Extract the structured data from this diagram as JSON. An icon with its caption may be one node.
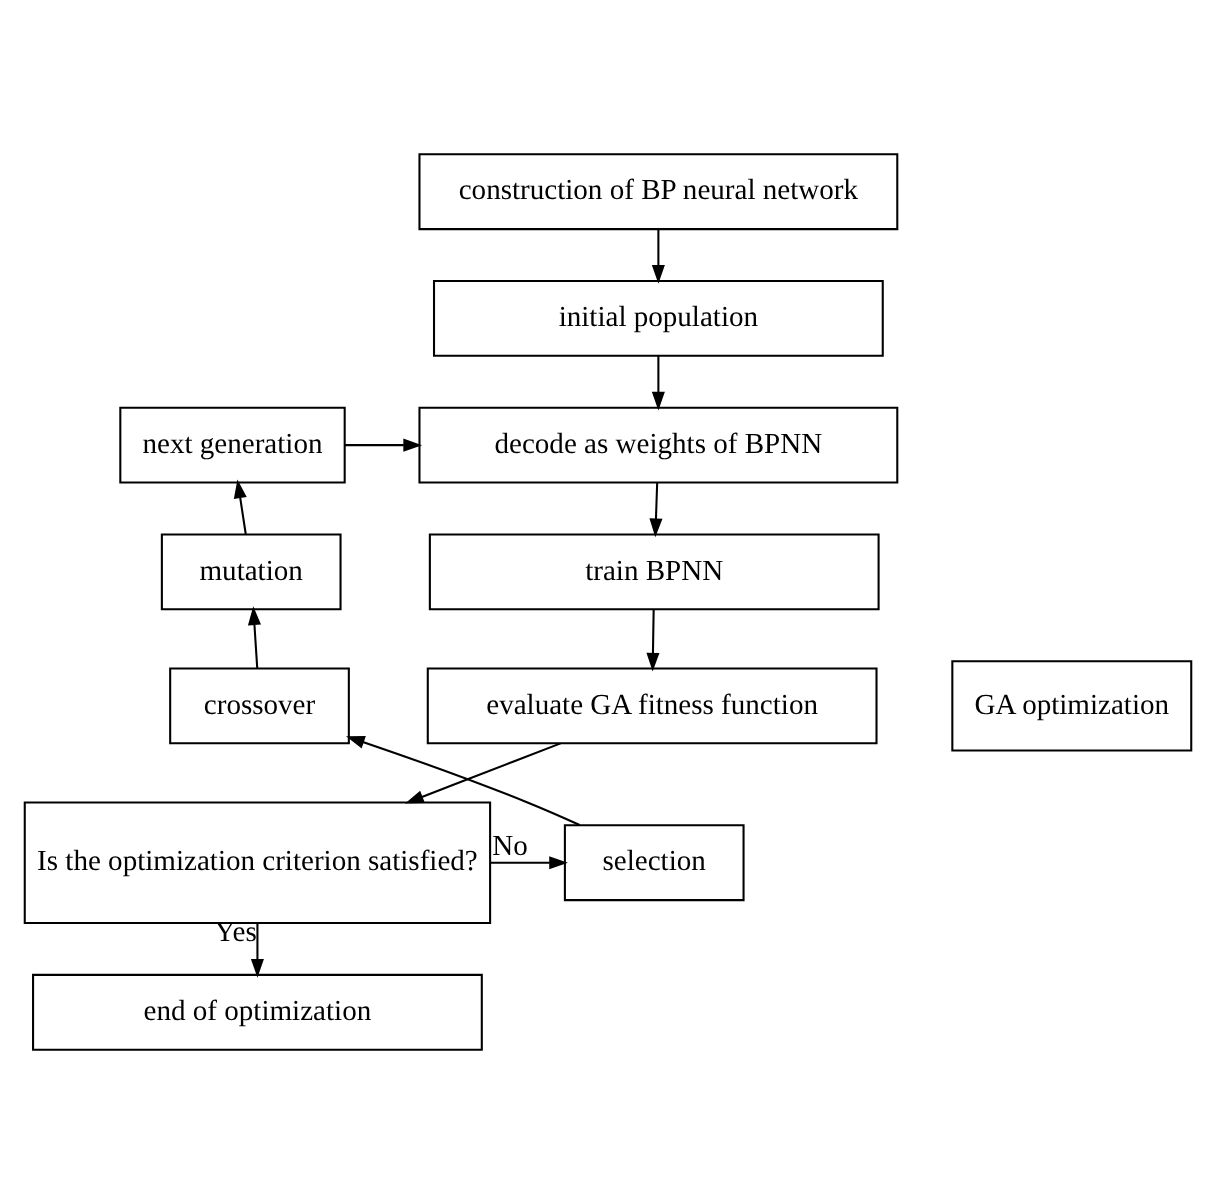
{
  "diagram": {
    "nodes": [
      {
        "text": [
          "construction of BP neural network"
        ]
      },
      {
        "text": [
          "initial population"
        ]
      },
      {
        "text": [
          "decode as weights of BPNN"
        ]
      },
      {
        "text": [
          "train BPNN"
        ]
      },
      {
        "text": [
          "evaluate GA fitness function"
        ]
      },
      {
        "text": [
          "Is the optimization criterion satisfied?"
        ]
      },
      {
        "text": [
          "end of optimization"
        ]
      },
      {
        "text": [
          "GA optimization"
        ]
      },
      {
        "text": [
          "selection"
        ]
      },
      {
        "text": [
          "crossover"
        ]
      },
      {
        "text": [
          "mutation"
        ]
      },
      {
        "text": [
          "next generation"
        ]
      }
    ],
    "edges": [
      {
        "from": 0,
        "to": 1,
        "arrow": "to"
      },
      {
        "from": 1,
        "to": 2,
        "arrow": "to"
      },
      {
        "from": 2,
        "to": 3,
        "arrow": "to"
      },
      {
        "from": 3,
        "to": 4,
        "arrow": "to"
      },
      {
        "from": 4,
        "to": 5,
        "arrow": "to"
      },
      {
        "from": 5,
        "to": 6,
        "arrow": "to",
        "label": "Yes"
      },
      {
        "from": 5,
        "to": 8,
        "arrow": "to",
        "label": "No"
      },
      {
        "from": 8,
        "to": 9,
        "arrow": "to"
      },
      {
        "from": 9,
        "to": 10,
        "arrow": "to"
      },
      {
        "from": 10,
        "to": 11,
        "arrow": "to"
      },
      {
        "from": 11,
        "to": 2,
        "arrow": "to"
      }
    ]
  }
}
